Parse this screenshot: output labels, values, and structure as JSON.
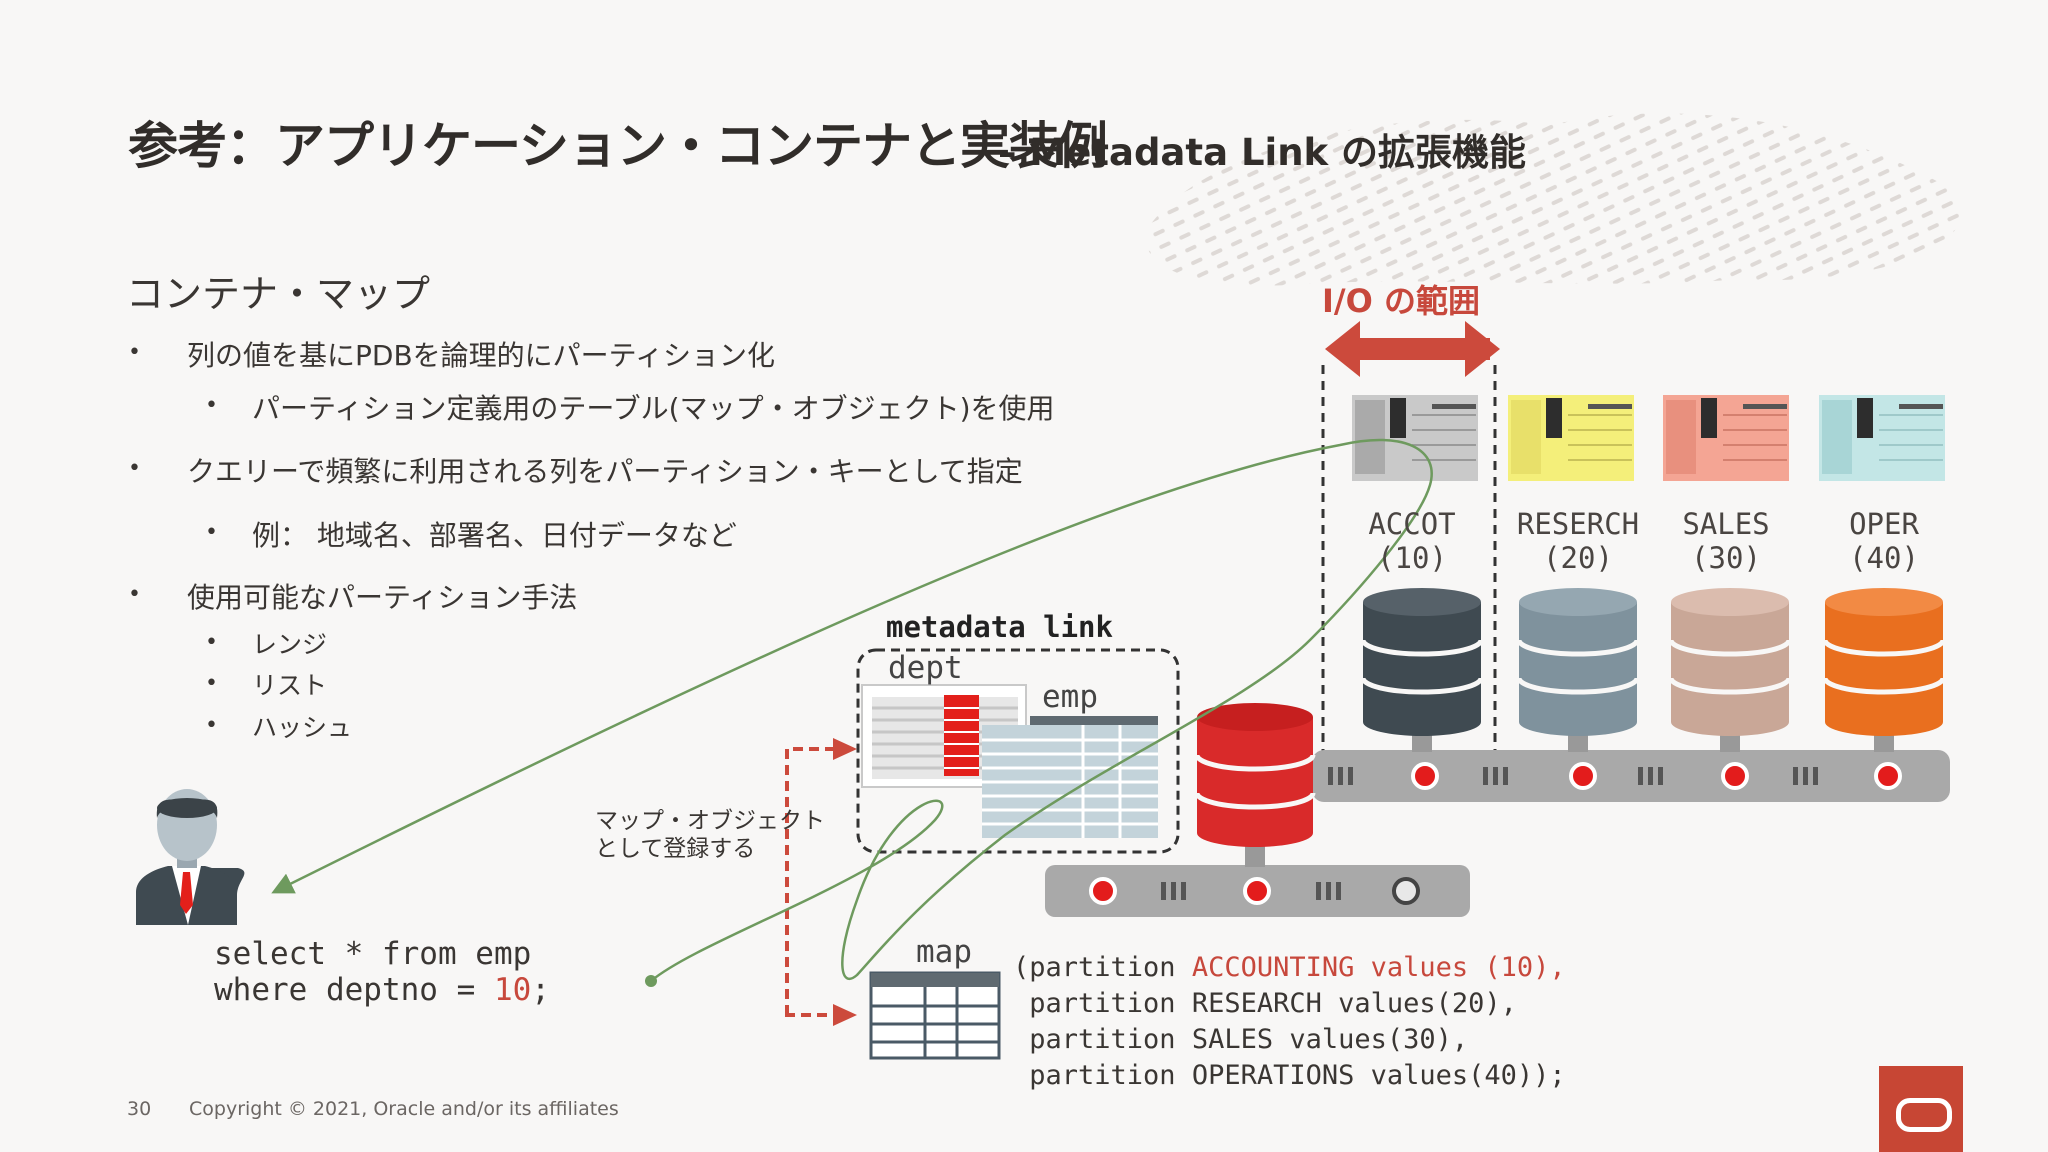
{
  "slide": {
    "title_main": "参考：アプリケーション・コンテナと実装例",
    "title_sub": "– Metadata Link の拡張機能",
    "section_title": "コンテナ・マップ",
    "page_number": "30",
    "copyright": "Copyright © 2021, Oracle and/or its affiliates"
  },
  "bullets": [
    {
      "text": "列の値を基にPDBを論理的にパーティション化"
    },
    {
      "text": "パーティション定義用のテーブル(マップ・オブジェクト)を使用"
    },
    {
      "text": "クエリーで頻繁に利用される列をパーティション・キーとして指定"
    },
    {
      "text": "例：  地域名、部署名、日付データなど"
    },
    {
      "text": "使用可能なパーティション手法"
    },
    {
      "text": "レンジ"
    },
    {
      "text": "リスト"
    },
    {
      "text": "ハッシュ"
    }
  ],
  "diagram": {
    "io_label": "I/O の範囲",
    "metadata_link_label": "metadata link",
    "dept_label": "dept",
    "emp_label": "emp",
    "map_label": "map",
    "map_object_note_line1": "マップ・オブジェクト",
    "map_object_note_line2": "として登録する",
    "query_line1": "select * from emp",
    "query_line2_prefix": "where deptno = ",
    "query_line2_value": "10",
    "query_line2_suffix": ";",
    "partition_lines": [
      {
        "prefix": "(partition ",
        "highlight": "ACCOUNTING values (10),",
        "rest": ""
      },
      {
        "prefix": " partition ",
        "highlight": "",
        "rest": "RESEARCH values(20),"
      },
      {
        "prefix": " partition ",
        "highlight": "",
        "rest": "SALES values(30),"
      },
      {
        "prefix": " partition ",
        "highlight": "",
        "rest": "OPERATIONS values(40));"
      }
    ],
    "pdbs": [
      {
        "name": "ACCOT",
        "id": "(10)",
        "color": "#3f4a51"
      },
      {
        "name": "RESERCH",
        "id": "(20)",
        "color": "#7f929d"
      },
      {
        "name": "SALES",
        "id": "(30)",
        "color": "#c9a797"
      },
      {
        "name": "OPER",
        "id": "(40)",
        "color": "#e96f1f"
      }
    ],
    "colors": {
      "accent_red": "#c74634",
      "arrow_red": "#cc4a3c",
      "green_line": "#6e9a5e",
      "root_db": "#d92a2a"
    }
  }
}
